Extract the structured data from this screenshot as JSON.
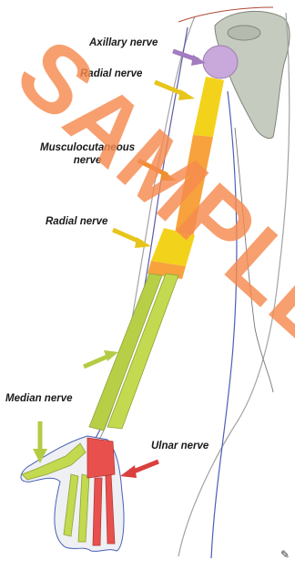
{
  "diagram": {
    "labels": {
      "axillary": "Axillary nerve",
      "radial_upper": "Radial nerve",
      "musculocutaneous_1": "Musculocutaneous",
      "musculocutaneous_2": "nerve",
      "radial_lower": "Radial nerve",
      "median": "Median nerve",
      "ulnar": "Ulnar nerve"
    },
    "watermark": "SAMPLE",
    "colors": {
      "axillary": "#c9a8dc",
      "radial": "#f3d21c",
      "musculocutaneous": "#f7a23c",
      "median": "#c3d94f",
      "ulnar": "#e8504e",
      "watermark": "#f58a4f",
      "skin_outline": "#9a9a9a",
      "vessel_blue": "#4a5fb8",
      "vessel_red": "#b04a35"
    },
    "icons": [
      "sample-watermark",
      "corner-logo-icon"
    ]
  }
}
